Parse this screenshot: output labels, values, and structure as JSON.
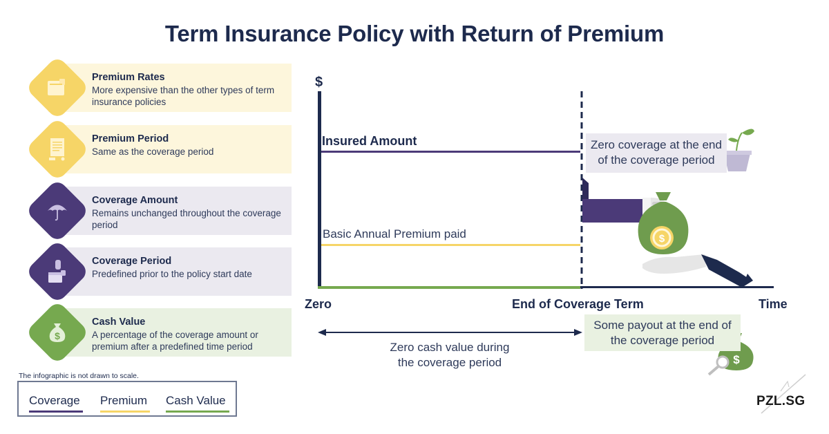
{
  "title": "Term Insurance Policy with Return of Premium",
  "colors": {
    "navy": "#1d2a4d",
    "purple": "#4b3a78",
    "yellow": "#f6d567",
    "green": "#76a94f"
  },
  "cards": [
    {
      "title": "Premium Rates",
      "desc": "More expensive than the other types of term insurance policies",
      "icon": "wallet-icon"
    },
    {
      "title": "Premium Period",
      "desc": "Same as the coverage period",
      "icon": "document-icon"
    },
    {
      "title": "Coverage Amount",
      "desc": "Remains unchanged throughout the coverage period",
      "icon": "umbrella-icon"
    },
    {
      "title": "Coverage Period",
      "desc": "Predefined prior to the policy start date",
      "icon": "calendar-icon"
    },
    {
      "title": "Cash Value",
      "desc": "A percentage of the coverage amount or premium after a predefined time period",
      "icon": "money-bag-icon"
    }
  ],
  "note": "The infographic is not drawn to scale.",
  "legend": {
    "coverage": "Coverage",
    "premium": "Premium",
    "cash_value": "Cash Value"
  },
  "chart": {
    "y_axis": "$",
    "x_zero": "Zero",
    "x_end_term": "End of Coverage Term",
    "x_time": "Time",
    "insured_amount": "Insured Amount",
    "premium_paid": "Basic Annual Premium paid",
    "zero_coverage": "Zero coverage at the end of the coverage period",
    "payout": "Some payout at the end of the coverage period",
    "zero_cash": "Zero cash value during the coverage period"
  },
  "brand": "PZL.SG"
}
